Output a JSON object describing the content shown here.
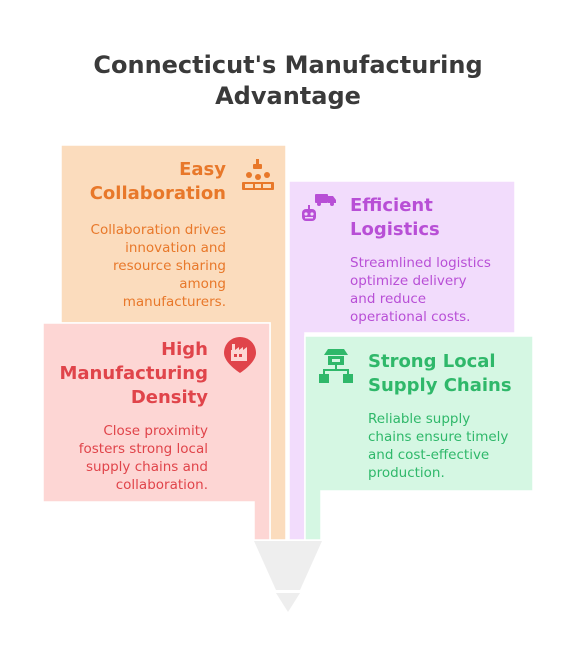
{
  "title_line1": "Connecticut's Manufacturing",
  "title_line2": "Advantage",
  "colors": {
    "orange_fill": "#fbdcbd",
    "orange_text": "#e8782a",
    "purple_fill": "#f2dcfc",
    "purple_text": "#b84fd6",
    "red_fill": "#fdd6d4",
    "red_text": "#e0444a",
    "green_fill": "#d5f7e3",
    "green_text": "#2fb86a",
    "funnel": "#eeeeee"
  },
  "cards": {
    "easy": {
      "title1": "Easy",
      "title2": "Collaboration",
      "lines": [
        "Collaboration drives",
        "innovation and",
        "resource sharing",
        "among",
        "manufacturers."
      ],
      "icon": "people-podium-icon"
    },
    "logistics": {
      "title1": "Efficient",
      "title2": "Logistics",
      "lines": [
        "Streamlined logistics",
        "optimize delivery",
        "and reduce",
        "operational costs."
      ],
      "icon": "truck-robot-icon"
    },
    "density": {
      "title1": "High",
      "title2": "Manufacturing",
      "title3": "Density",
      "lines": [
        "Close proximity",
        "fosters strong local",
        "supply chains and",
        "collaboration."
      ],
      "icon": "factory-pin-icon"
    },
    "supply": {
      "title1": "Strong Local",
      "title2": "Supply Chains",
      "lines": [
        "Reliable supply",
        "chains ensure timely",
        "and cost-effective",
        "production."
      ],
      "icon": "network-hierarchy-icon"
    }
  }
}
